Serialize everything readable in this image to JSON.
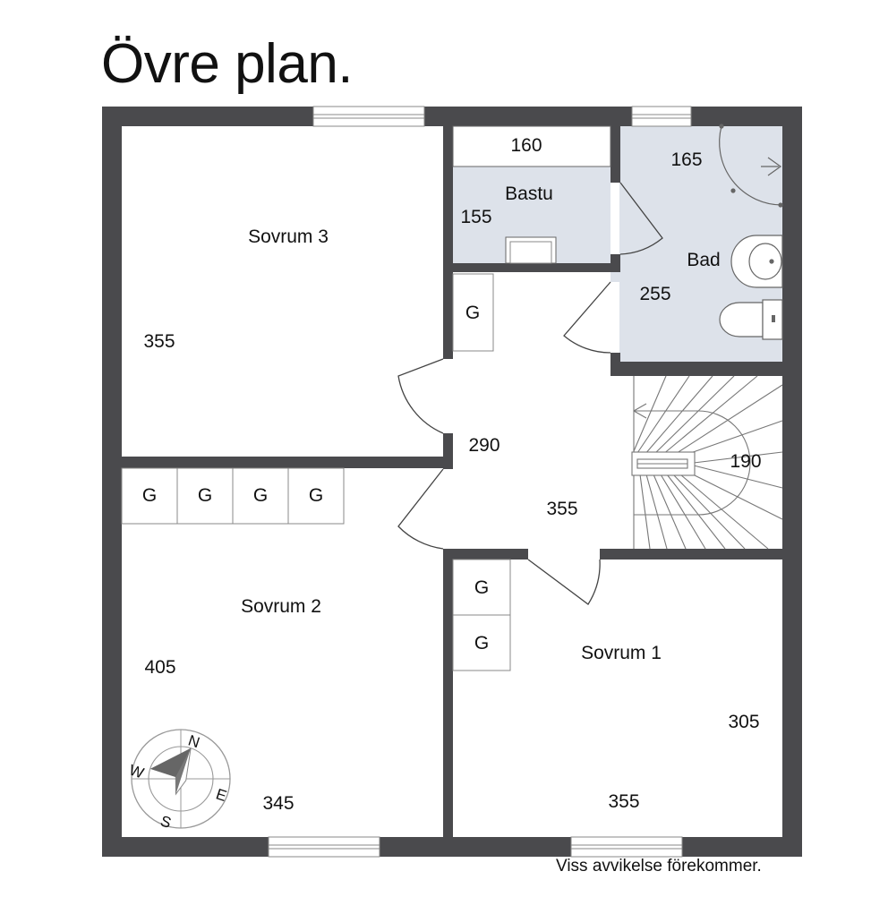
{
  "title": "Övre plan.",
  "disclaimer": "Viss avvikelse förekommer.",
  "colors": {
    "wall": "#4a4a4d",
    "wet_room": "#dde2ea",
    "window": "#ffffff",
    "line": "#555555"
  },
  "rooms": {
    "sovrum3": {
      "name": "Sovrum 3",
      "dim": "355"
    },
    "sovrum2": {
      "name": "Sovrum 2",
      "dim_a": "405",
      "dim_b": "345"
    },
    "sovrum1": {
      "name": "Sovrum 1",
      "dim_a": "305",
      "dim_b": "355"
    },
    "bastu": {
      "name": "Bastu",
      "dim_a": "160",
      "dim_b": "155"
    },
    "bad": {
      "name": "Bad",
      "dim_a": "165",
      "dim_b": "255"
    },
    "hall": {
      "dim_a": "290",
      "dim_b": "355"
    },
    "stairs": {
      "dim": "190"
    }
  },
  "wardrobe_label": "G",
  "compass": {
    "n": "N",
    "e": "E",
    "s": "S",
    "w": "W"
  }
}
